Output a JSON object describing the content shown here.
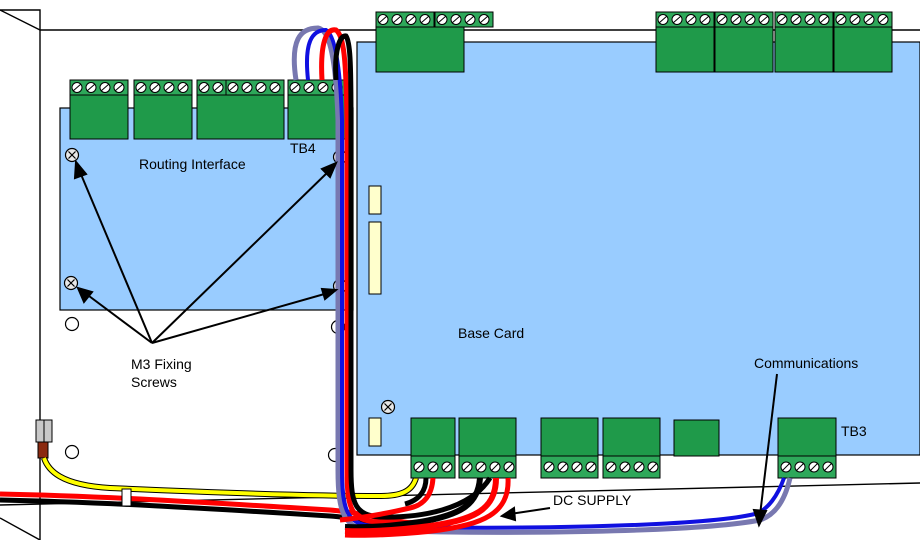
{
  "labels": {
    "routing_interface": "Routing Interface",
    "tb4": "TB4",
    "base_card": "Base Card",
    "m3_line1": "M3 Fixing",
    "m3_line2": "Screws",
    "communications": "Communications",
    "tb3": "TB3",
    "dc_supply": "DC SUPPLY"
  },
  "colors": {
    "board": "#99ccff",
    "terminal": "#1f9a4a",
    "terminal_dark": "#0a5a24",
    "wire_red": "#ff0000",
    "wire_black": "#000000",
    "wire_blue": "#1010e0",
    "wire_grey": "#7878b0",
    "wire_yellow": "#ffff00"
  }
}
